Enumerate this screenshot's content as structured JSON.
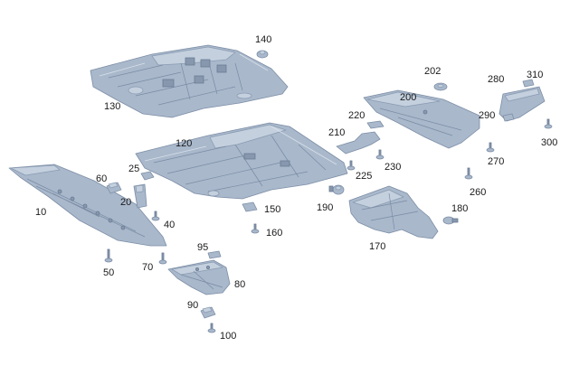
{
  "part_numbers": {
    "p10": "10",
    "p20": "20",
    "p25": "25",
    "p40": "40",
    "p50": "50",
    "p60": "60",
    "p70": "70",
    "p80": "80",
    "p90": "90",
    "p95": "95",
    "p100": "100",
    "p120": "120",
    "p130": "130",
    "p140": "140",
    "p150": "150",
    "p160": "160",
    "p170": "170",
    "p180": "180",
    "p190": "190",
    "p200": "200",
    "p202": "202",
    "p210": "210",
    "p220": "220",
    "p225": "225",
    "p230": "230",
    "p260": "260",
    "p270": "270",
    "p280": "280",
    "p290": "290",
    "p300": "300",
    "p310": "310"
  },
  "colors": {
    "part_fill": "#a9b8cb",
    "part_outline": "#7d8ea6",
    "label_text": "#1a1a1a",
    "background": "#ffffff"
  }
}
